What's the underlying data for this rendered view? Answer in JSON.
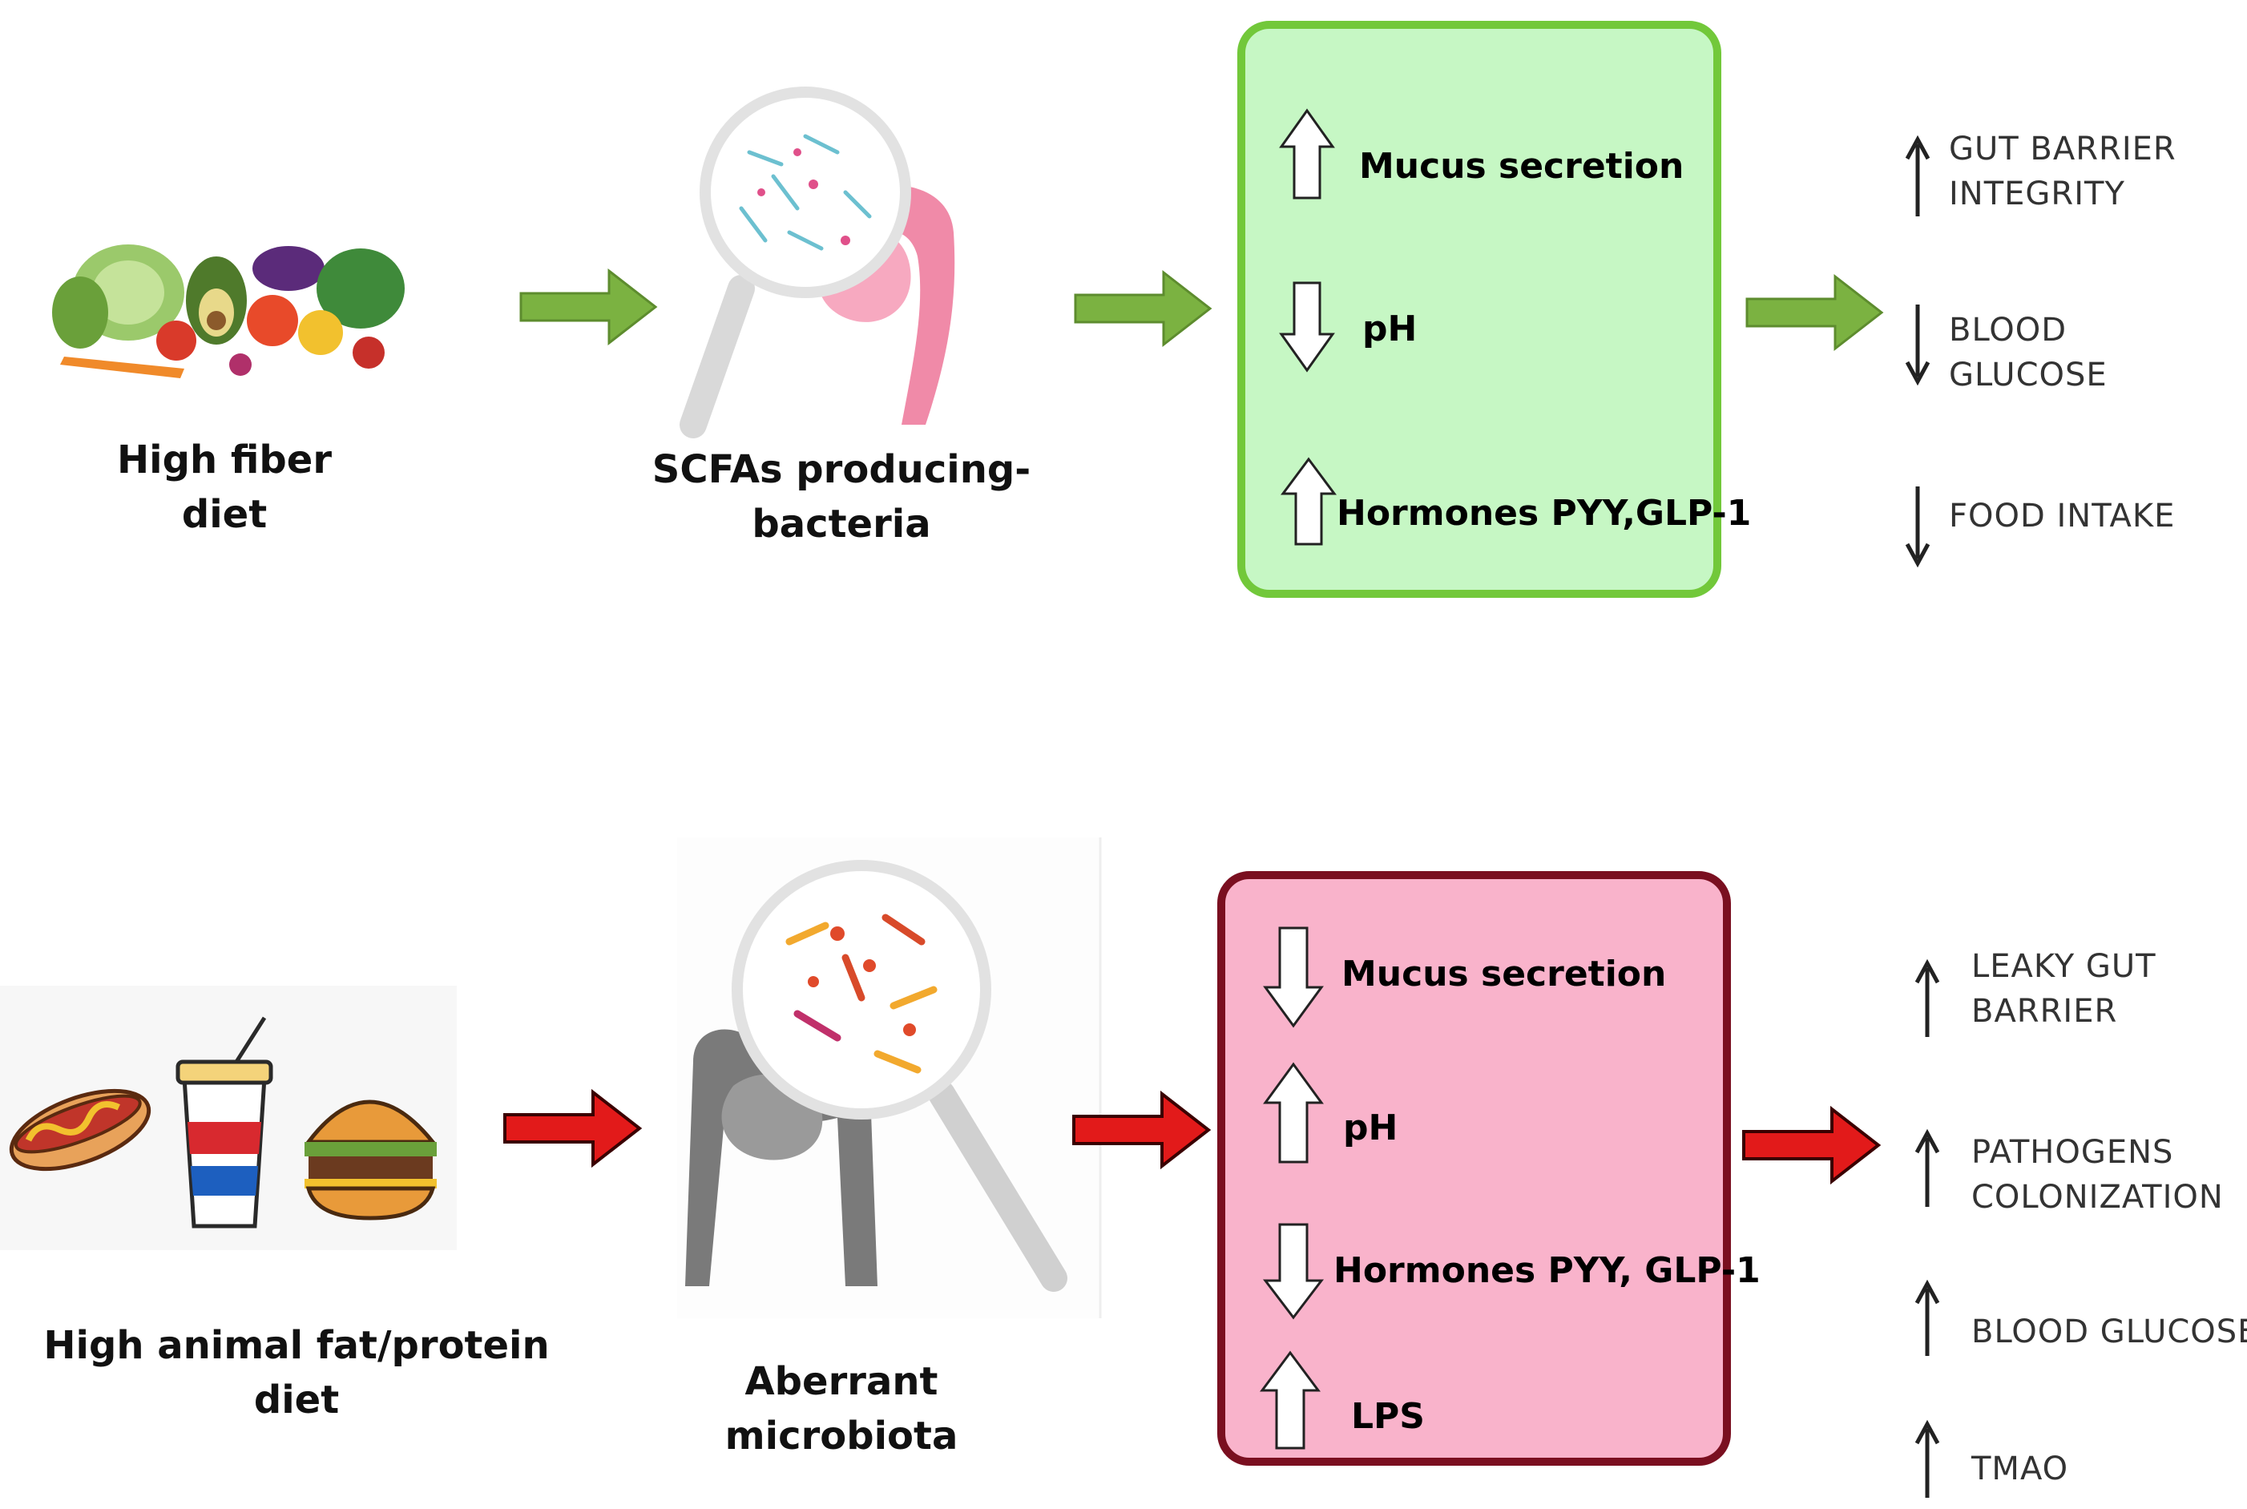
{
  "colors": {
    "green_fill": "#c6f7c4",
    "green_border": "#72c83a",
    "green_arrow": "#7bb241",
    "red_fill": "#f9b3cb",
    "red_border": "#7a0f20",
    "red_arrow": "#e21a1a"
  },
  "top_pathway": {
    "diet_line1": "High fiber",
    "diet_line2": "diet",
    "bacteria_line1": "SCFAs producing-",
    "bacteria_line2": "bacteria",
    "effects": [
      {
        "direction": "up",
        "label": "Mucus secretion"
      },
      {
        "direction": "down",
        "label": "pH"
      },
      {
        "direction": "up",
        "label": "Hormones PYY,GLP-1"
      }
    ],
    "outcomes": [
      {
        "direction": "up",
        "line1": "GUT BARRIER",
        "line2": "INTEGRITY"
      },
      {
        "direction": "down",
        "line1": "BLOOD",
        "line2": "GLUCOSE"
      },
      {
        "direction": "down",
        "line1": "FOOD INTAKE",
        "line2": ""
      }
    ]
  },
  "bottom_pathway": {
    "diet_line1": "High animal fat/protein",
    "diet_line2": "diet",
    "bacteria_line1": "Aberrant",
    "bacteria_line2": "microbiota",
    "effects": [
      {
        "direction": "down",
        "label": "Mucus secretion"
      },
      {
        "direction": "up",
        "label": "pH"
      },
      {
        "direction": "down",
        "label": "Hormones PYY, GLP-1"
      },
      {
        "direction": "up",
        "label": "LPS"
      }
    ],
    "outcomes": [
      {
        "direction": "up",
        "line1": "LEAKY GUT",
        "line2": "BARRIER"
      },
      {
        "direction": "up",
        "line1": "PATHOGENS",
        "line2": "COLONIZATION"
      },
      {
        "direction": "up",
        "line1": "BLOOD GLUCOSE",
        "line2": ""
      },
      {
        "direction": "up",
        "line1": "TMAO",
        "line2": ""
      }
    ]
  }
}
